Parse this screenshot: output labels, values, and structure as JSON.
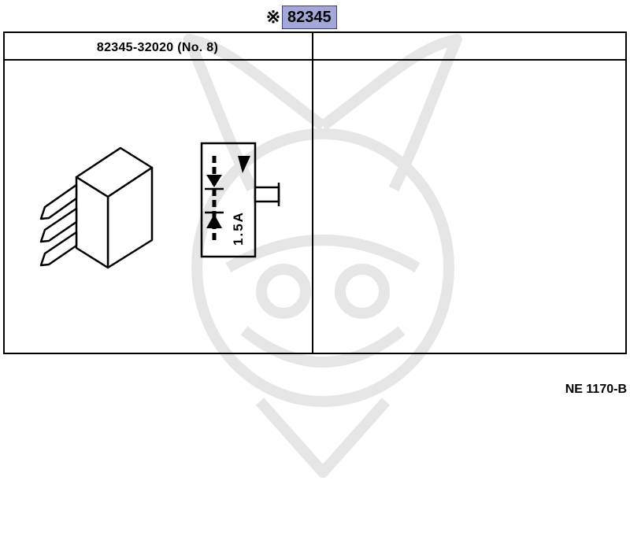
{
  "header": {
    "mark": "※",
    "part_number": "82345"
  },
  "table": {
    "columns": [
      {
        "title": "82345-32020 (No. 8)"
      },
      {
        "title": ""
      }
    ]
  },
  "component": {
    "rating_label": "1.5A"
  },
  "diagram_code": "NE 1170-B",
  "colors": {
    "part_highlight": "#a4a8d8",
    "line": "#000000",
    "watermark": "#e6e6e6"
  },
  "icons": [
    "relay-block-icon",
    "diode-symbol-icon",
    "connector-pin-icon"
  ]
}
